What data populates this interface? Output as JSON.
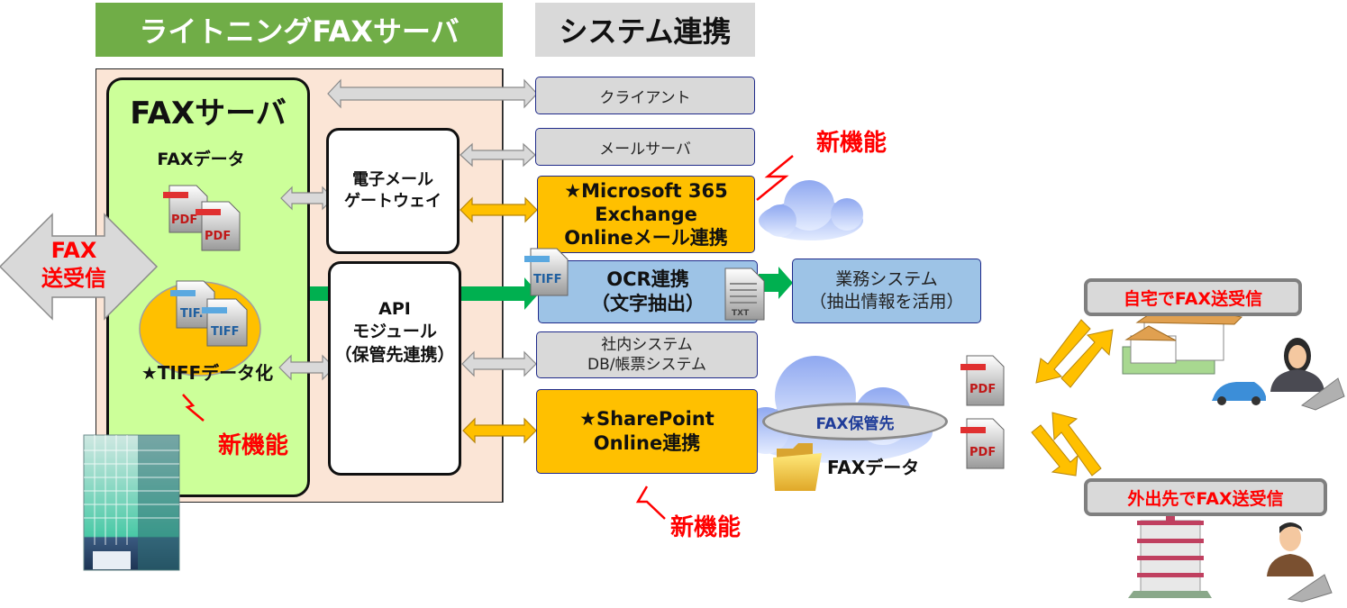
{
  "headers": {
    "left": "ライトニングFAXサーバ",
    "right": "システム連携"
  },
  "fax_server": {
    "title": "FAXサーバ",
    "data_label": "FAXデータ",
    "pdf_icon_labels": [
      "PDF",
      "PDF"
    ],
    "tiff_icon_labels": [
      "TIF.",
      "TIFF"
    ],
    "tiff_label": "★TIFFデータ化",
    "new_feature": "新機能"
  },
  "fax_send_receive": {
    "line1": "FAX",
    "line2": "送受信"
  },
  "modules": {
    "email_gateway": {
      "line1": "電子メール",
      "line2": "ゲートウェイ"
    },
    "api_module": {
      "line1": "API",
      "line2": "モジュール",
      "line3": "（保管先連携）"
    }
  },
  "systems": {
    "client": "クライアント",
    "mail_server": "メールサーバ",
    "ms365": {
      "line1": "★Microsoft 365",
      "line2": "Exchange",
      "line3": "Onlineメール連携"
    },
    "ms365_new": "新機能",
    "ocr": {
      "line1": "OCR連携",
      "line2": "（文字抽出）",
      "tiff_icon": "TIFF",
      "txt_icon": "TXT"
    },
    "business": {
      "line1": "業務システム",
      "line2": "（抽出情報を活用）"
    },
    "internal": {
      "line1": "社内システム",
      "line2": "DB/帳票システム"
    },
    "sharepoint": {
      "line1": "★SharePoint",
      "line2": "Online連携"
    },
    "sharepoint_new": "新機能"
  },
  "cloud_storage": {
    "label": "FAX保管先",
    "folder_label": "FAXデータ",
    "pdf_icon_labels": [
      "PDF",
      "PDF"
    ]
  },
  "remote": {
    "home": "自宅でFAX送受信",
    "outside": "外出先でFAX送受信"
  },
  "colors": {
    "header_green": "#70ad47",
    "panel_bg": "#fbe5d6",
    "fax_server_bg": "#ccff99",
    "orange": "#ffc000",
    "ocr_blue": "#9dc3e6",
    "new_feature_red": "#ff0000",
    "green_arrow": "#00b050"
  }
}
